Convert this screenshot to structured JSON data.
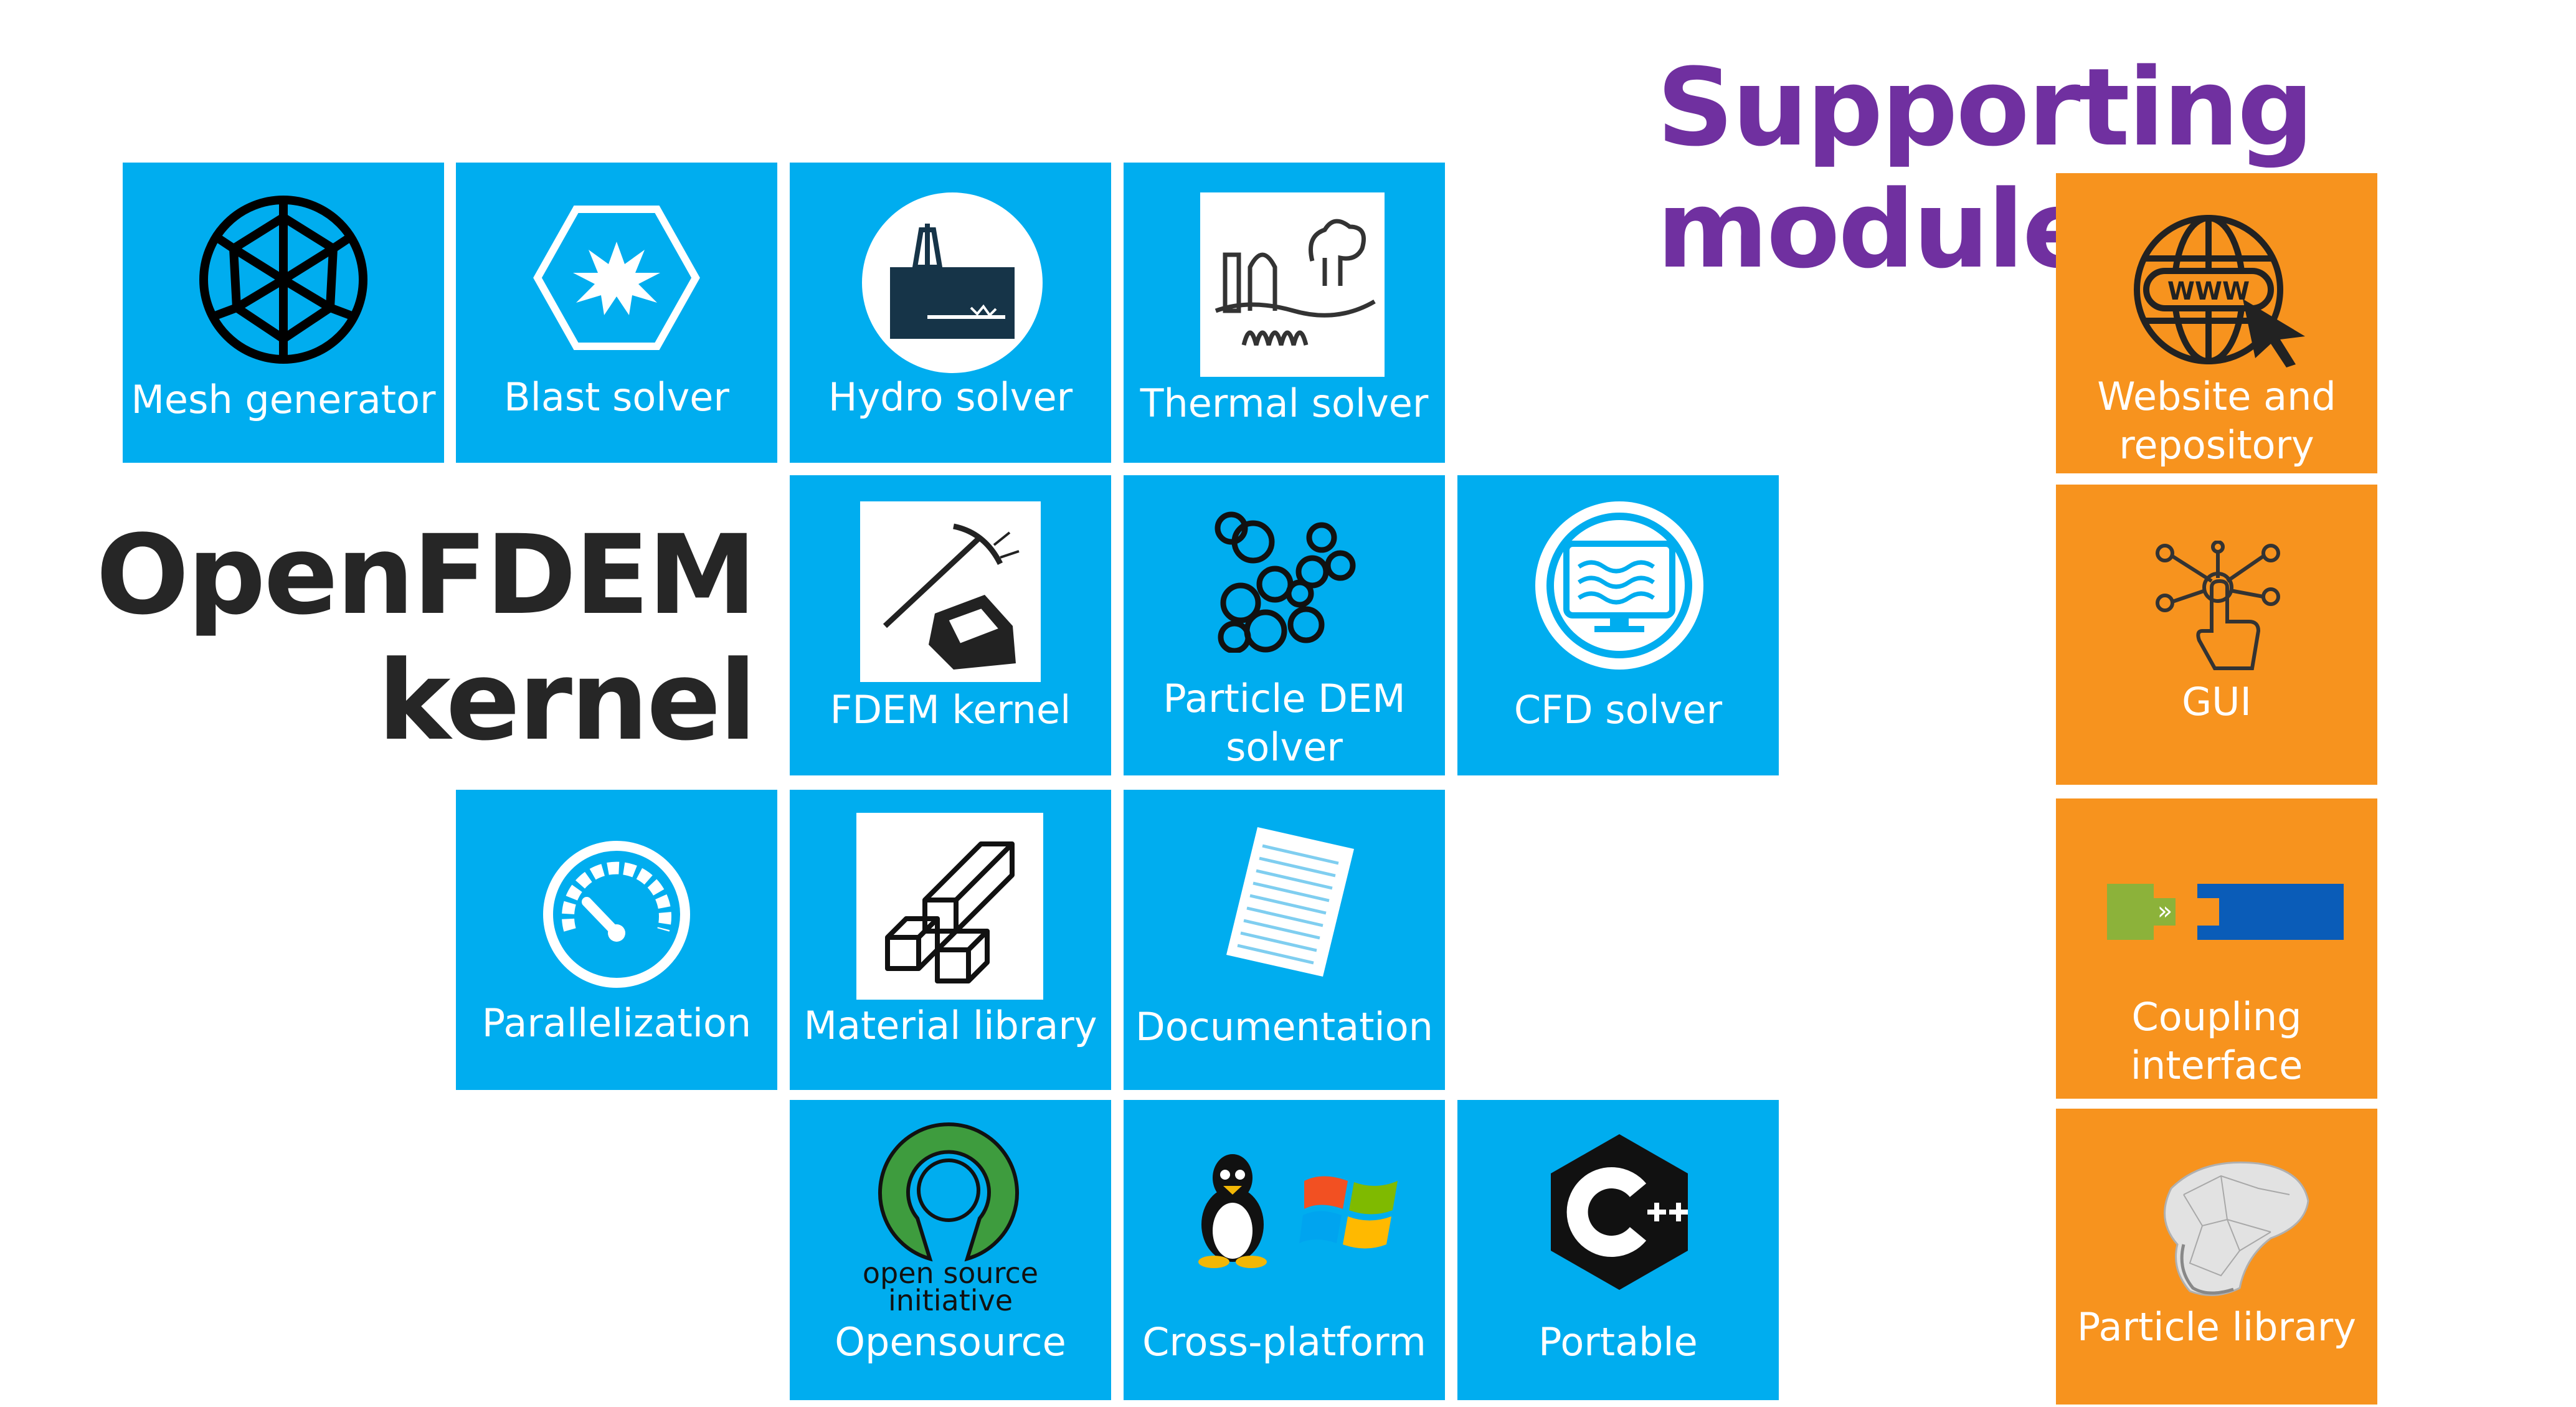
{
  "kernel_title": "OpenFDEM\nkernel",
  "supporting_title": "Supporting\nmodule",
  "colors": {
    "kernel_tile": "#00adef",
    "supporting_tile": "#f7931e",
    "supporting_title": "#7030a0",
    "kernel_title": "#262626"
  },
  "kernel_tiles": {
    "mesh_generator": {
      "label": "Mesh generator",
      "icon": "geodesic-sphere-icon"
    },
    "blast_solver": {
      "label": "Blast solver",
      "icon": "explosion-hexagon-icon"
    },
    "hydro_solver": {
      "label": "Hydro solver",
      "icon": "oil-well-icon"
    },
    "thermal_solver": {
      "label": "Thermal solver",
      "icon": "geothermal-plant-icon"
    },
    "fdem_kernel": {
      "label": "FDEM kernel",
      "icon": "pickaxe-rock-icon"
    },
    "particle_dem_solver": {
      "label": "Particle DEM\nsolver",
      "icon": "particles-icon"
    },
    "cfd_solver": {
      "label": "CFD solver",
      "icon": "monitor-flow-icon"
    },
    "parallelization": {
      "label": "Parallelization",
      "icon": "speedometer-icon"
    },
    "material_library": {
      "label": "Material library",
      "icon": "bricks-icon"
    },
    "documentation": {
      "label": "Documentation",
      "icon": "document-icon"
    },
    "opensource": {
      "label": "Opensource",
      "icon": "open-source-initiative-logo",
      "logo_text": "open source\ninitiative"
    },
    "cross_platform": {
      "label": "Cross-platform",
      "icon": "linux-windows-icon"
    },
    "portable": {
      "label": "Portable",
      "icon": "cpp-logo-icon"
    }
  },
  "supporting_tiles": {
    "website": {
      "label": "Website and\nrepository",
      "icon": "www-globe-cursor-icon",
      "globe_text": "WWW"
    },
    "gui": {
      "label": "GUI",
      "icon": "touch-network-icon"
    },
    "coupling": {
      "label": "Coupling\ninterface",
      "icon": "coupling-connector-icon"
    },
    "particle_library": {
      "label": "Particle library",
      "icon": "rock-particle-icon"
    }
  }
}
